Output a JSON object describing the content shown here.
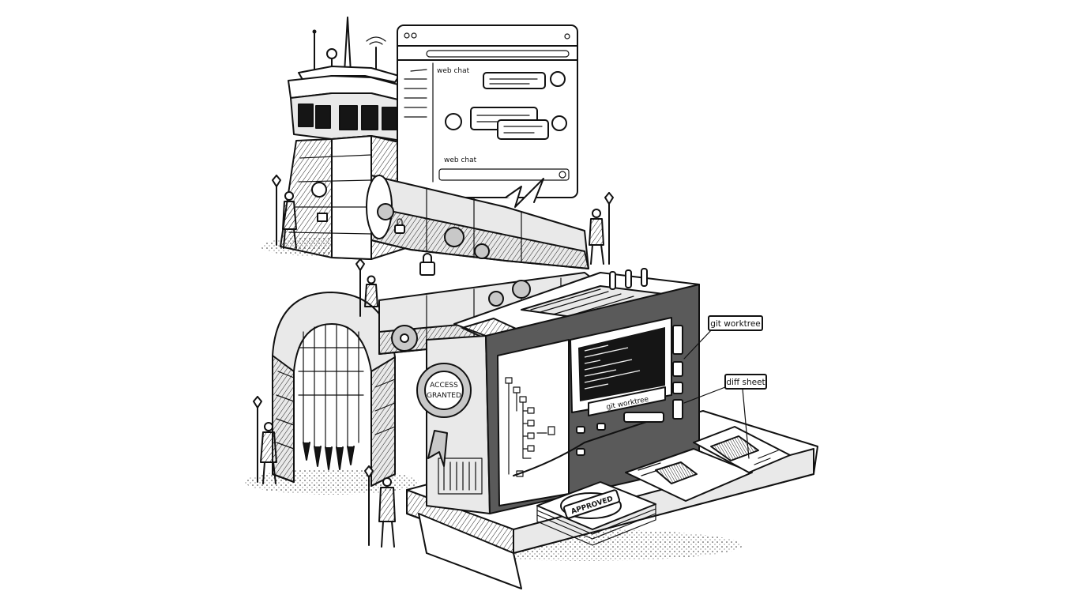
{
  "browser": {
    "title": "web chat",
    "footer_label": "web chat"
  },
  "terminal": {
    "button_label": "git worktree"
  },
  "seal": {
    "line1": "ACCESS",
    "line2": "GRANTED"
  },
  "stamp": {
    "label": "APPROVED"
  },
  "callouts": {
    "worktree": "git worktree",
    "diff": "diff sheet"
  },
  "colors": {
    "ink": "#111111",
    "paper": "#ffffff",
    "shade": "#c8c8c8",
    "screen": "#151515"
  }
}
